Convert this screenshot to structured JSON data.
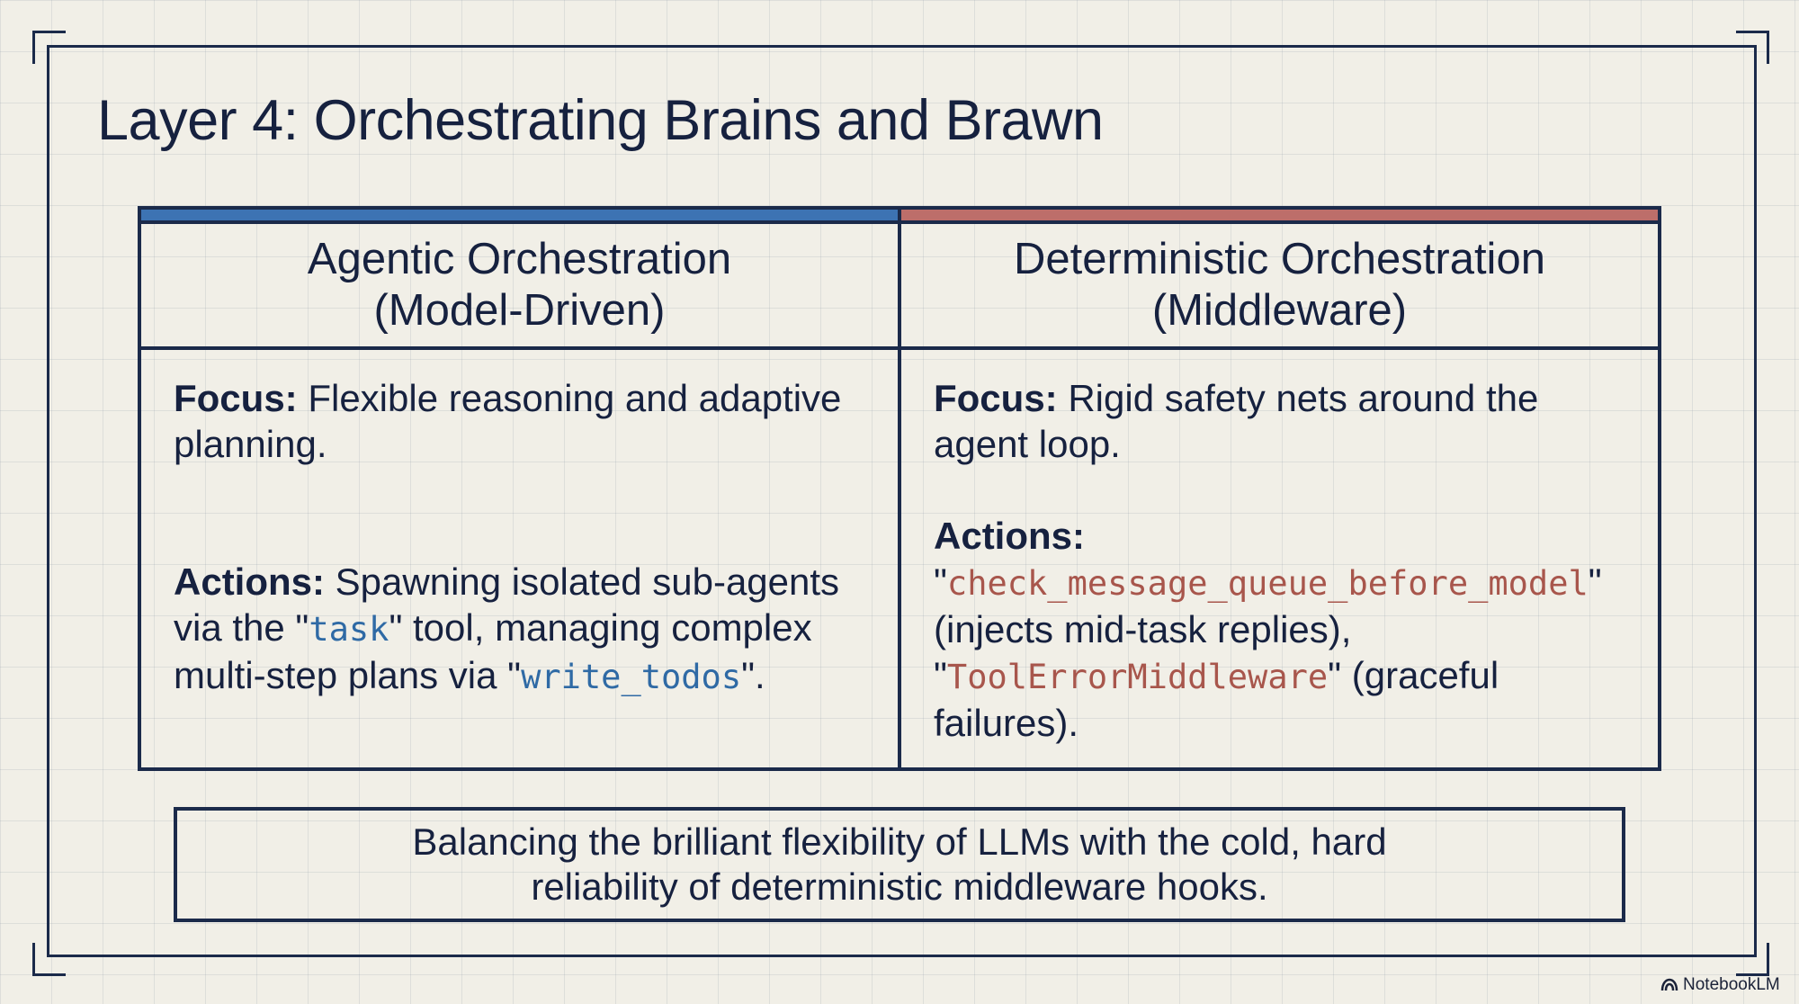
{
  "slide": {
    "title": "Layer 4: Orchestrating Brains and Brawn"
  },
  "table": {
    "left": {
      "header_line1": "Agentic Orchestration",
      "header_line2": "(Model-Driven)",
      "accent_color": "#3d73b3",
      "focus_label": "Focus:",
      "focus_text": " Flexible reasoning and adaptive planning.",
      "actions_label": "Actions:",
      "actions_text_1": " Spawning isolated sub-agents via the \"",
      "actions_code_1": "task",
      "actions_text_2": "\" tool, managing complex multi-step plans via \"",
      "actions_code_2": "write_todos",
      "actions_text_3": "\"."
    },
    "right": {
      "header_line1": "Deterministic Orchestration",
      "header_line2": "(Middleware)",
      "accent_color": "#bd6e6a",
      "focus_label": "Focus:",
      "focus_text": " Rigid safety nets around the agent loop.",
      "actions_label": "Actions:",
      "actions_text_1": "\"",
      "actions_code_1": "check_message_queue_before_model",
      "actions_text_2": "\" (injects mid-task replies), \"",
      "actions_code_2": "ToolErrorMiddleware",
      "actions_text_3": "\" (graceful failures)."
    }
  },
  "summary": {
    "line1": "Balancing the brilliant flexibility of LLMs with the cold, hard",
    "line2": "reliability of deterministic middleware hooks."
  },
  "branding": {
    "icon": "notebooklm-logo-icon",
    "label": "NotebookLM"
  }
}
